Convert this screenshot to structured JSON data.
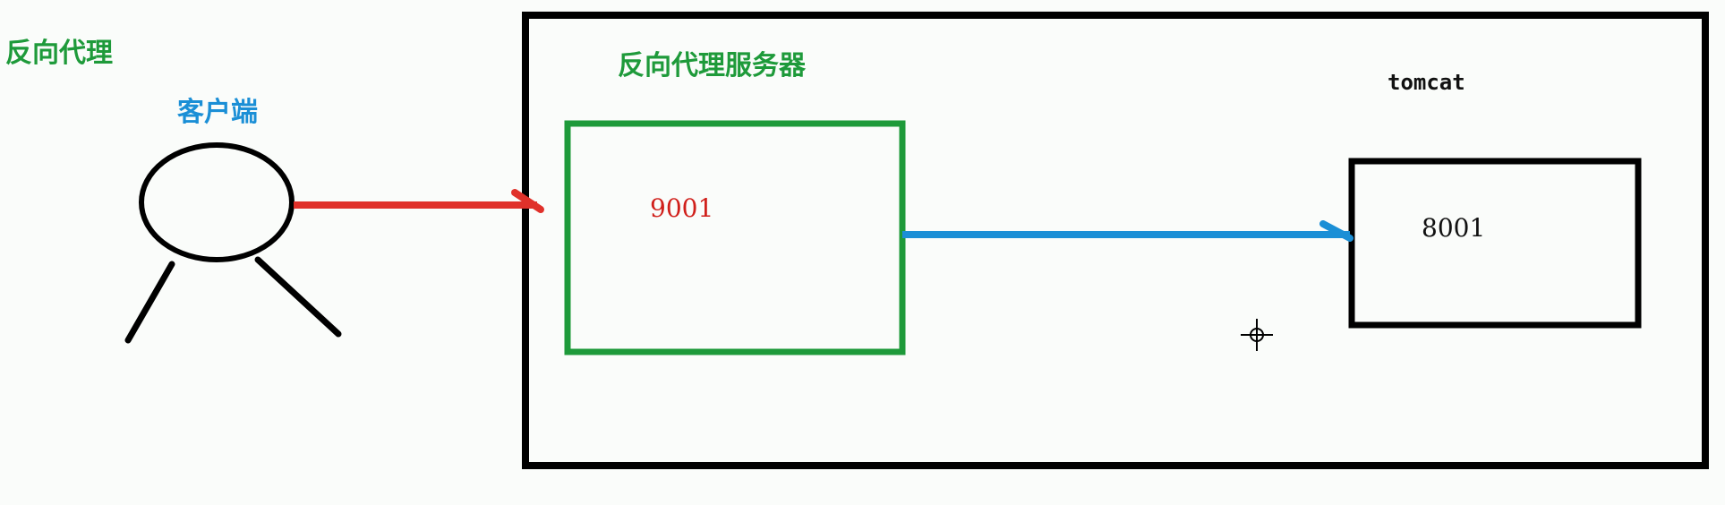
{
  "labels": {
    "title": "反向代理",
    "client": "客户端",
    "proxy_server": "反向代理服务器",
    "tomcat": "tomcat",
    "proxy_port": "9001",
    "tomcat_port": "8001"
  },
  "colors": {
    "green": "#1e9a3a",
    "blue": "#1b8fd6",
    "red": "#e0312a",
    "black": "#000000"
  }
}
